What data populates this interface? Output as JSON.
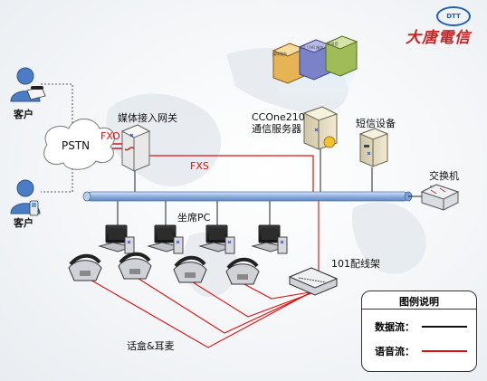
{
  "logo": {
    "text": "大唐電信",
    "badge": "DTT"
  },
  "nodes": {
    "customer_top": "客户",
    "customer_bottom": "客户",
    "pstn": "PSTN",
    "gateway": "媒体接入网关",
    "ccone_line1": "CCOne210",
    "ccone_line2": "通信服务器",
    "sms": "短信设备",
    "switch": "交换机",
    "agent_pc": "坐席PC",
    "patch_panel": "101配线架",
    "phones": "话盒&耳麦"
  },
  "links": {
    "fxo": "FXO",
    "fxs": "FXS"
  },
  "server_rack": [
    "媒体服务",
    "CTI / IVR 服务",
    "IP录音"
  ],
  "legend": {
    "title": "图例说明",
    "items": [
      {
        "label": "数据流：",
        "color": "#111111"
      },
      {
        "label": "语音流：",
        "color": "#e01010"
      }
    ]
  },
  "colors": {
    "voice": "#e01010",
    "data": "#111111",
    "backbone": "#a9c4e6"
  }
}
